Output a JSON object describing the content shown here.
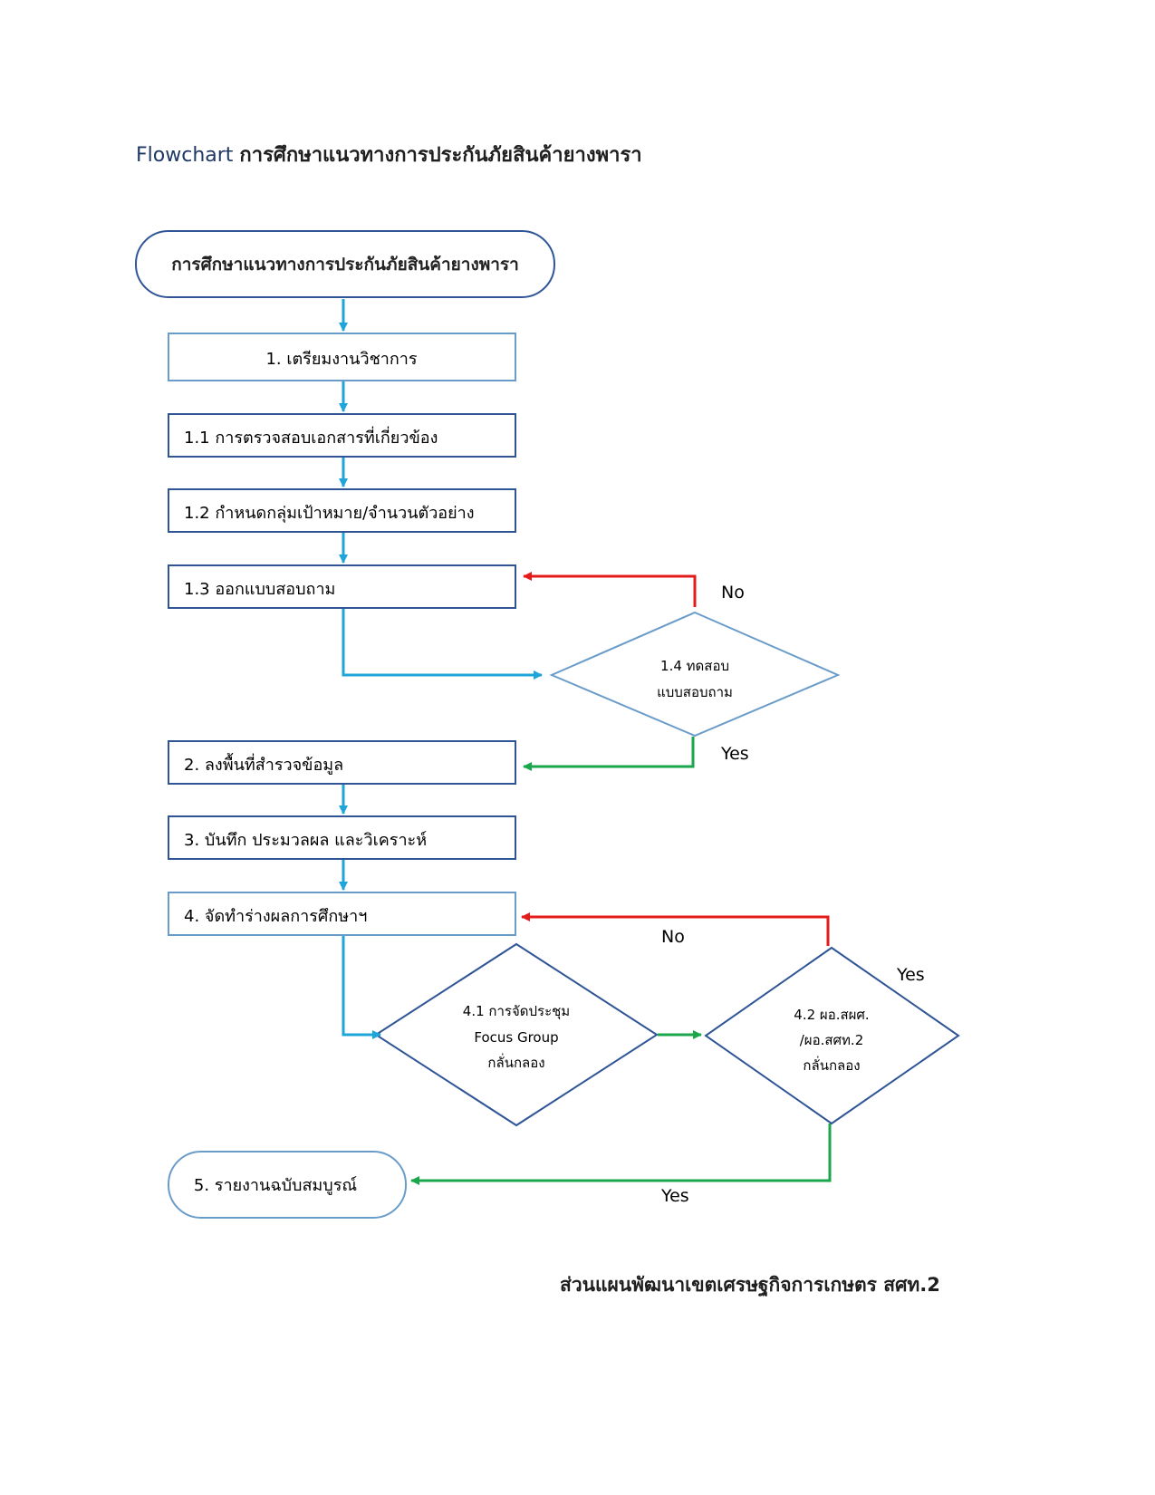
{
  "heading": {
    "prefix": "Flowchart",
    "title": "การศึกษาแนวทางการประกันภัยสินค้ายางพารา"
  },
  "footer": "ส่วนแผนพัฒนาเขตเศรษฐกิจการเกษตร สศท.2",
  "colors": {
    "box_border": "#6a9cc9",
    "shape_border": "#2f5597",
    "flow_arrow": "#1ea5d9",
    "no_arrow": "#e31b1b",
    "yes_arrow": "#1aa64a"
  },
  "nodes": {
    "start": "การศึกษาแนวทางการประกันภัยสินค้ายางพารา",
    "step1": "1. เตรียมงานวิชาการ",
    "step1_1": "1.1 การตรวจสอบเอกสารที่เกี่ยวข้อง",
    "step1_2": "1.2 กำหนดกลุ่มเป้าหมาย/จำนวนตัวอย่าง",
    "step1_3": "1.3 ออกแบบสอบถาม",
    "decision1_4": {
      "line1": "1.4 ทดสอบ",
      "line2": "แบบสอบถาม"
    },
    "step2": "2. ลงพื้นที่สำรวจข้อมูล",
    "step3": "3. บันทึก ประมวลผล และวิเคราะห์",
    "step4": "4. จัดทำร่างผลการศึกษาฯ",
    "decision4_1": {
      "line1": "4.1 การจัดประชุม",
      "line2": "Focus Group",
      "line3": "กลั่นกลอง"
    },
    "decision4_2": {
      "line1": "4.2 ผอ.สผศ.",
      "line2": "/ผอ.สศท.2",
      "line3": "กลั่นกลอง"
    },
    "end": "5. รายงานฉบับสมบูรณ์"
  },
  "labels": {
    "no1": "No",
    "yes1": "Yes",
    "no2": "No",
    "yes2": "Yes",
    "yes3": "Yes"
  }
}
